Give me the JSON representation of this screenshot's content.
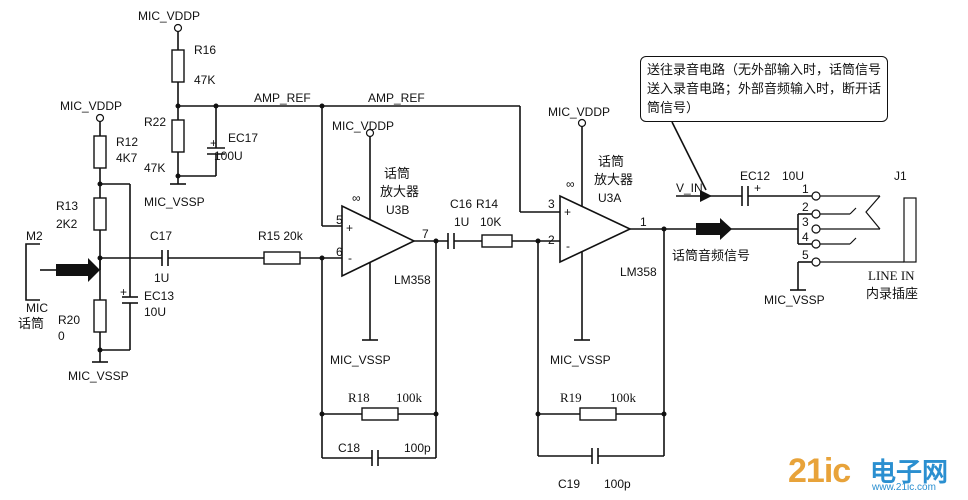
{
  "labels": {
    "mic_vddp": "MIC_VDDP",
    "mic_vssp": "MIC_VSSP",
    "amp_ref": "AMP_REF",
    "r16": "R16",
    "r16v": "47K",
    "r22": "R22",
    "r22v": "47K",
    "ec17": "EC17",
    "ec17v": "100U",
    "r12": "R12",
    "r12v": "4K7",
    "r13": "R13",
    "r13v": "2K2",
    "m2": "M2",
    "mic": "MIC",
    "mic_cn": "话筒",
    "r20": "R20",
    "r20v": "0",
    "ec13": "EC13",
    "ec13v": "10U",
    "c17": "C17",
    "c17v": "1U",
    "r15": "R15 20k",
    "u3b_cn1": "话筒",
    "u3b_cn2": "放大器",
    "u3b": "U3B",
    "lm358": "LM358",
    "pin5": "5",
    "pin6": "6",
    "pin7": "7",
    "plus": "+",
    "minus": "-",
    "inf": "∞",
    "c16": "C16",
    "c16v": "1U",
    "r14": "R14",
    "r14v": "10K",
    "u3a_cn1": "话筒",
    "u3a_cn2": "放大器",
    "u3a": "U3A",
    "pin3": "3",
    "pin2": "2",
    "pin1": "1",
    "r18": "R18",
    "r18v": "100k",
    "c18": "C18",
    "c18v": "100p",
    "r19": "R19",
    "r19v": "100k",
    "c19": "C19",
    "c19v": "100p",
    "v_in": "V_IN",
    "ec12": "EC12",
    "ec12v": "10U",
    "j1": "J1",
    "jp1": "1",
    "jp2": "2",
    "jp3": "3",
    "jp4": "4",
    "jp5": "5",
    "signal": "话筒音频信号",
    "line_in": "LINE IN",
    "socket": "内录插座"
  },
  "callout": "送往录音电路（无外部输入时，话筒信号送入录音电路；外部音频输入时，断开话筒信号）",
  "watermark": {
    "main": "21ic",
    "cn": "电子网",
    "sub": "www.21ic.com"
  }
}
